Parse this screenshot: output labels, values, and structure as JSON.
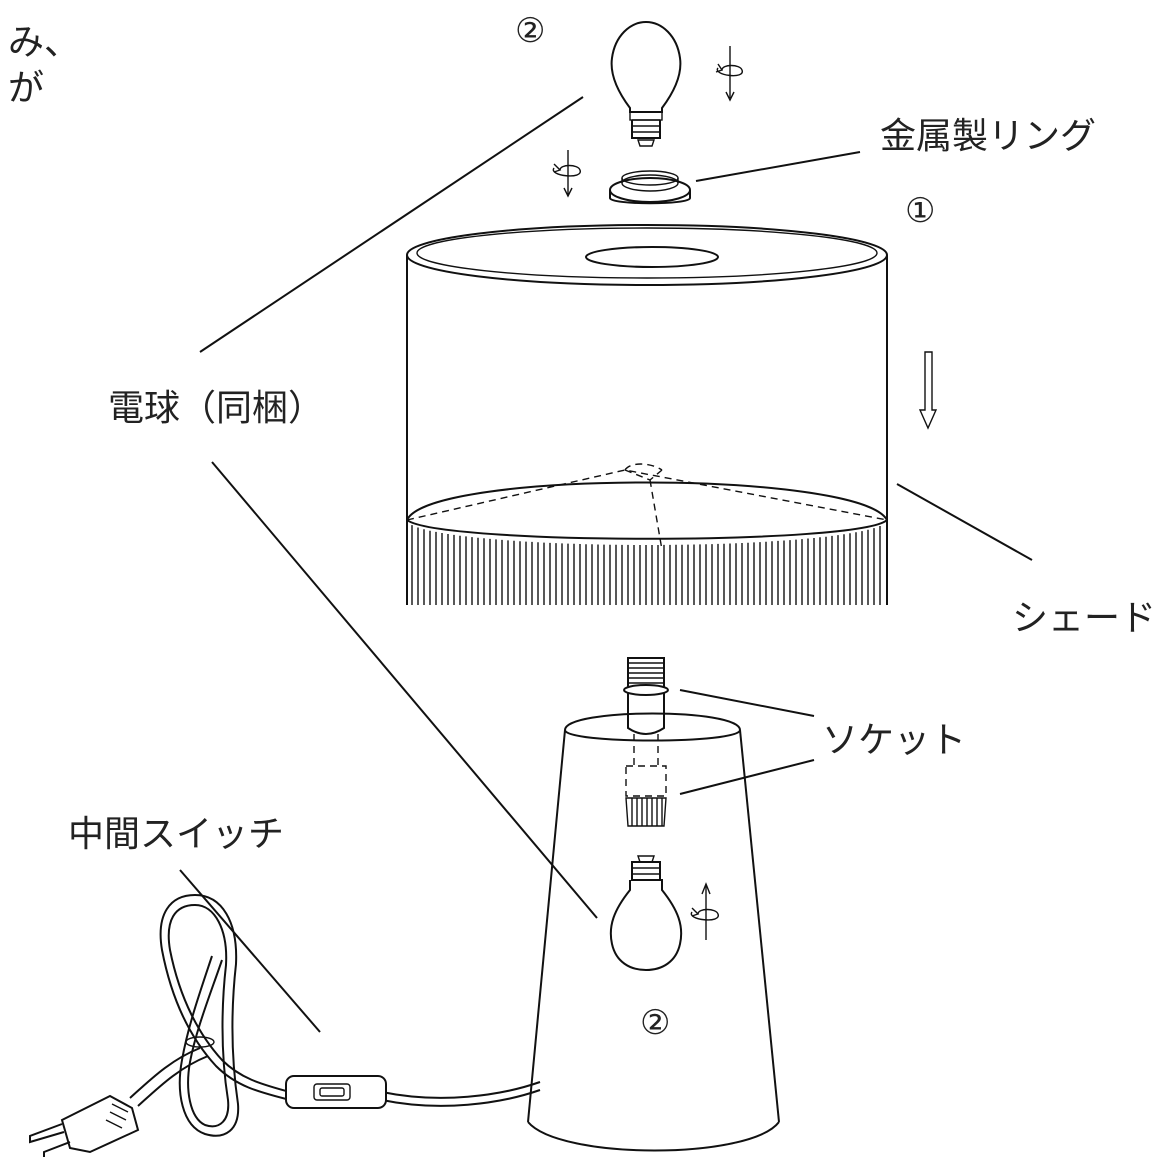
{
  "corner_text": {
    "line1": "み、",
    "line2": "が"
  },
  "labels": {
    "metal_ring": "金属製リング",
    "bulb": "電球（同梱）",
    "shade": "シェード",
    "socket": "ソケット",
    "switch": "中間スイッチ"
  },
  "steps": {
    "step_ring": "①",
    "step_bulb_top": "②",
    "step_bulb_bottom": "②"
  }
}
